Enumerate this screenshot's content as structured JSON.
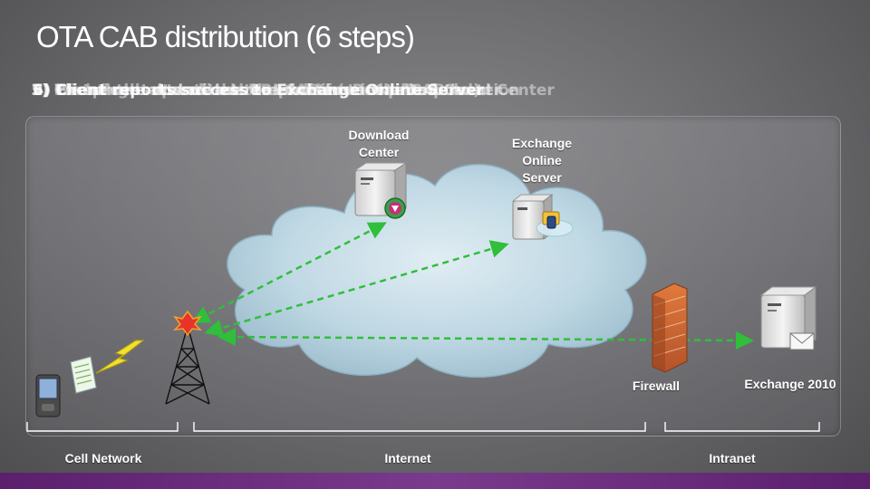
{
  "slide": {
    "title": "OTA CAB distribution (6 steps)",
    "step_lines": [
      "1) Client calls Autodiscover to discover the CAB location",
      "2) Exchange returns the URL for the Download Center",
      "3) The phone downloads the CAB from the Download Center",
      "4) Install the update on the phone (user prompted)",
      "5) Phone restarts with the new client installed",
      "6) Client reports success to Exchange Online Server"
    ],
    "labels": {
      "download_center": [
        "Download",
        "Center"
      ],
      "exchange_online": [
        "Exchange",
        "Online",
        "Server"
      ],
      "firewall": "Firewall",
      "exchange_2010": "Exchange 2010",
      "cell_network": "Cell Network",
      "internet": "Internet",
      "intranet": "Intranet"
    },
    "icons": {
      "download_server": "server-download-icon",
      "exchange_online_server": "server-exchange-icon",
      "firewall": "firewall-icon",
      "exchange_2010_server": "server-mail-icon",
      "tower": "cell-tower-icon",
      "phone": "phone-icon",
      "document": "cab-document-icon",
      "lightning": "lightning-icon"
    },
    "colors": {
      "arrow": "#2fbf3a",
      "bar": "#6a2b7e",
      "download_badge": "#c4307a"
    }
  }
}
